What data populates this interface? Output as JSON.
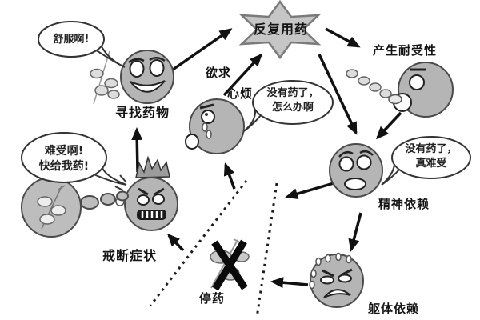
{
  "diagram": {
    "title": "反复用药",
    "nodes": {
      "repeat_use": {
        "label": "反复用药"
      },
      "seek_drug": {
        "label": "寻找药物"
      },
      "tolerance": {
        "label": "产生耐受性"
      },
      "mental_dependence": {
        "label": "精神依赖"
      },
      "physical_dependence": {
        "label": "躯体依赖"
      },
      "stop_drug": {
        "label": "停药"
      },
      "withdrawal": {
        "label": "戒断症状"
      },
      "craving": {
        "label": "欲求"
      },
      "annoyed": {
        "label": "心烦"
      }
    },
    "speech_bubbles": {
      "comfort": {
        "text": "舒服啊!"
      },
      "no_drug_what": {
        "line1": "没有药了，",
        "line2": "怎么办啊"
      },
      "no_drug_suffer": {
        "line1": "没有药了，",
        "line2": "真难受"
      },
      "give_me_drug": {
        "line1": "难受啊!",
        "line2": "快给我药!"
      }
    },
    "colors": {
      "background": "#ffffff",
      "face_fill": "#b5b5b5",
      "star_fill": "#c6c6c6",
      "outline": "#4a4a4a",
      "arrow": "#111111",
      "text": "#141414"
    }
  }
}
